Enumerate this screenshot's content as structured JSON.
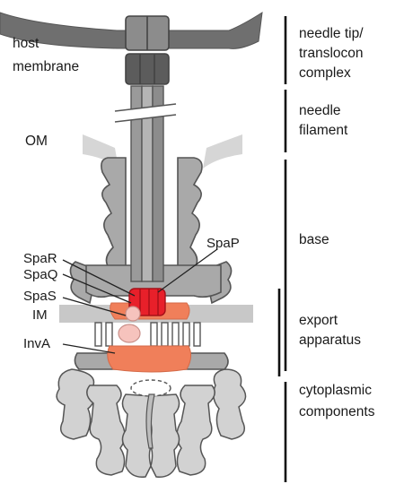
{
  "diagram": {
    "left_labels": {
      "host_membrane": [
        "host",
        "membrane"
      ],
      "om": "OM",
      "spa_r": "SpaR",
      "spa_q": "SpaQ",
      "spa_s": "SpaS",
      "im": "IM",
      "inv_a": "InvA",
      "spa_p": "SpaP"
    },
    "right_labels": {
      "needle_tip": [
        "needle tip/",
        "translocon",
        "complex"
      ],
      "needle_filament": [
        "needle",
        "filament"
      ],
      "base": "base",
      "export_apparatus": [
        "export",
        "apparatus"
      ],
      "cytoplasmic": [
        "cytoplasmic",
        "components"
      ]
    },
    "colors": {
      "outline": "#555555",
      "component_gray": "#a9a9a9",
      "light_gray": "#d0d0d0",
      "needle_gray": "#8c8c8c",
      "tip_dark": "#5c5c5c",
      "membrane": "#c8c8c8",
      "host_membrane": "#6a6a6a",
      "export_red": "#e8202a",
      "inv_a_salmon": "#f07f5a",
      "spa_s_pink": "#f6c3bd"
    }
  }
}
